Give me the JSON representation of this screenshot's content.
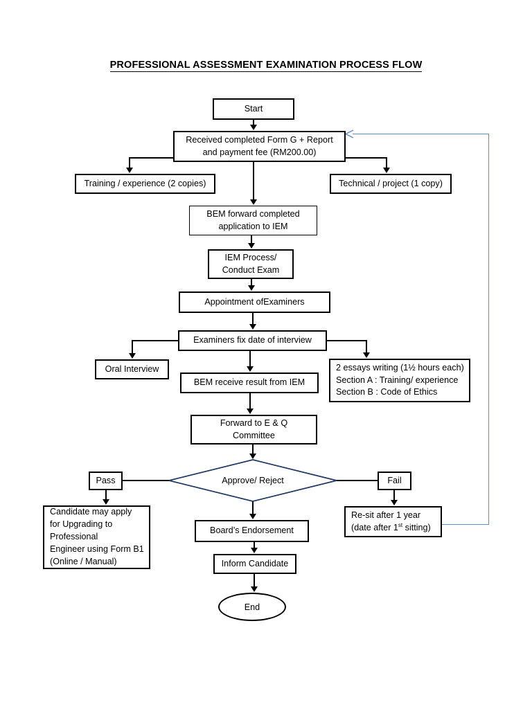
{
  "document": {
    "title": "PROFESSIONAL ASSESSMENT EXAMINATION PROCESS FLOW"
  },
  "chart_data": {
    "type": "diagram",
    "diagram_kind": "flowchart",
    "title": "PROFESSIONAL ASSESSMENT EXAMINATION PROCESS FLOW",
    "orientation": "top-to-bottom",
    "nodes": [
      {
        "id": "start",
        "shape": "rectangle",
        "label": "Start"
      },
      {
        "id": "received",
        "shape": "rectangle",
        "label": "Received completed Form G + Report\nand payment fee (RM200.00)"
      },
      {
        "id": "training",
        "shape": "rectangle",
        "label": "Training / experience (2 copies)"
      },
      {
        "id": "technical",
        "shape": "rectangle",
        "label": "Technical / project (1 copy)"
      },
      {
        "id": "bem-forward",
        "shape": "rectangle",
        "label": "BEM forward completed\napplication to IEM"
      },
      {
        "id": "iem-process",
        "shape": "rectangle",
        "label": "IEM Process/\nConduct Exam"
      },
      {
        "id": "appointment",
        "shape": "rectangle",
        "label": "Appointment ofExaminers"
      },
      {
        "id": "fix-date",
        "shape": "rectangle",
        "label": "Examiners fix date of interview"
      },
      {
        "id": "oral",
        "shape": "rectangle",
        "label": "Oral Interview"
      },
      {
        "id": "essays",
        "shape": "rectangle",
        "label": "2 essays writing (1½ hours each)\nSection A : Training/ experience\nSection B : Code of Ethics"
      },
      {
        "id": "bem-receive",
        "shape": "rectangle",
        "label": "BEM receive result from IEM"
      },
      {
        "id": "forward-eq",
        "shape": "rectangle",
        "label": "Forward to E & Q\nCommittee"
      },
      {
        "id": "decision",
        "shape": "diamond",
        "label": "Approve/ Reject"
      },
      {
        "id": "pass",
        "shape": "rectangle",
        "label": "Pass"
      },
      {
        "id": "fail",
        "shape": "rectangle",
        "label": "Fail"
      },
      {
        "id": "candidate",
        "shape": "rectangle",
        "label": "Candidate may apply\nfor Upgrading to\nProfessional\nEngineer using Form B1\n(Online / Manual)"
      },
      {
        "id": "endorsement",
        "shape": "rectangle",
        "label": "Board’s Endorsement"
      },
      {
        "id": "resit",
        "shape": "rectangle",
        "label_line1": "Re-sit after 1 year",
        "label_line2_pre": "(date after 1",
        "label_line2_sup": "st",
        "label_line2_post": " sitting)"
      },
      {
        "id": "inform",
        "shape": "rectangle",
        "label": "Inform Candidate"
      },
      {
        "id": "end",
        "shape": "oval",
        "label": "End"
      }
    ],
    "edges": [
      {
        "from": "start",
        "to": "received",
        "color": "#000000"
      },
      {
        "from": "received",
        "to": "training",
        "color": "#000000"
      },
      {
        "from": "received",
        "to": "technical",
        "color": "#000000"
      },
      {
        "from": "received",
        "to": "bem-forward",
        "color": "#000000"
      },
      {
        "from": "bem-forward",
        "to": "iem-process",
        "color": "#000000"
      },
      {
        "from": "iem-process",
        "to": "appointment",
        "color": "#000000"
      },
      {
        "from": "appointment",
        "to": "fix-date",
        "color": "#000000"
      },
      {
        "from": "fix-date",
        "to": "oral",
        "color": "#000000"
      },
      {
        "from": "fix-date",
        "to": "essays",
        "color": "#000000"
      },
      {
        "from": "fix-date",
        "to": "bem-receive",
        "color": "#000000"
      },
      {
        "from": "bem-receive",
        "to": "forward-eq",
        "color": "#000000"
      },
      {
        "from": "forward-eq",
        "to": "decision",
        "color": "#000000"
      },
      {
        "from": "decision",
        "to": "pass",
        "color": "#000000",
        "label": "Pass"
      },
      {
        "from": "decision",
        "to": "fail",
        "color": "#000000",
        "label": "Fail"
      },
      {
        "from": "decision",
        "to": "endorsement",
        "color": "#000000"
      },
      {
        "from": "pass",
        "to": "candidate",
        "color": "#000000"
      },
      {
        "from": "fail",
        "to": "resit",
        "color": "#000000"
      },
      {
        "from": "endorsement",
        "to": "inform",
        "color": "#000000"
      },
      {
        "from": "inform",
        "to": "end",
        "color": "#000000"
      },
      {
        "from": "resit",
        "to": "received",
        "color": "#5B8DC8",
        "style": "feedback-loop"
      }
    ],
    "colors": {
      "box_border": "#000000",
      "diamond_border": "#1F3864",
      "feedback_arrow": "#5B8DC8",
      "background": "#FFFFFF",
      "text": "#000000"
    }
  }
}
